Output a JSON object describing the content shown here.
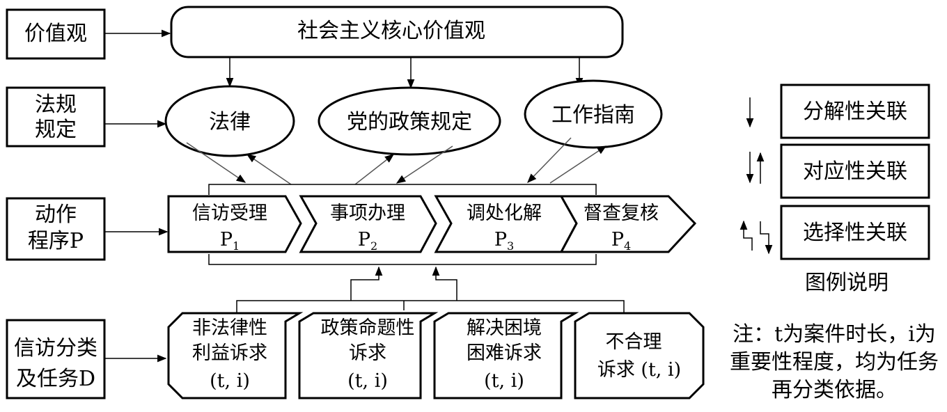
{
  "rows": {
    "values": "价值观",
    "rules_1": "法规",
    "rules_2": "规定",
    "procedure_1": "动作",
    "procedure_2": "程序P",
    "tasks_1": "信访分类",
    "tasks_2": "及任务D"
  },
  "core_values": "社会主义核心价值观",
  "rules": [
    "法律",
    "党的政策规定",
    "工作指南"
  ],
  "steps": [
    {
      "label": "信访受理",
      "code": "P",
      "sub": "1"
    },
    {
      "label": "事项办理",
      "code": "P",
      "sub": "2"
    },
    {
      "label": "调处化解",
      "code": "P",
      "sub": "3"
    },
    {
      "label": "督查复核",
      "code": "P",
      "sub": "4"
    }
  ],
  "tasks": [
    {
      "line1": "非法律性",
      "line2": "利益诉求",
      "line3": "(t, i)"
    },
    {
      "line1": "政策命题性",
      "line2": "诉求",
      "line3": "(t, i)"
    },
    {
      "line1": "解决困境",
      "line2": "困难诉求",
      "line3": "(t, i)"
    },
    {
      "line1": "不合理",
      "line2": "诉求 (t, i)",
      "line3": ""
    }
  ],
  "legend": {
    "items": [
      "分解性关联",
      "对应性关联",
      "选择性关联"
    ],
    "caption": "图例说明"
  },
  "note": {
    "line1": "注：t为案件时长，i为",
    "line2": "重要性程度，均为任务",
    "line3": "再分类依据。"
  }
}
